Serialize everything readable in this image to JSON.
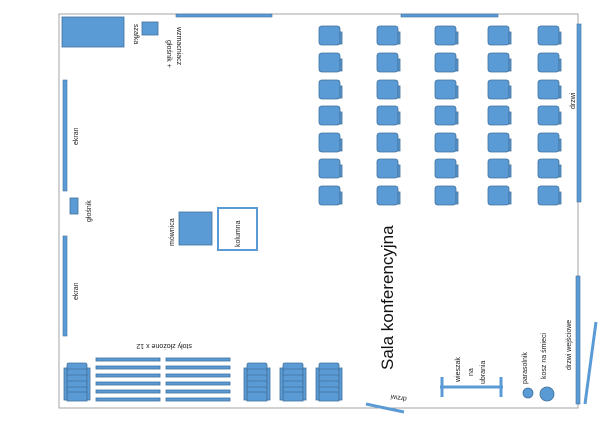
{
  "title": "Sala konferencyjna",
  "labels": {
    "szafka": "szafka",
    "glosnik_wzmacniacz": "głośnik +",
    "glosnik_wzmacniacz_2": "wzmacniacz",
    "ekran_top": "ekran",
    "glosnik": "głośnik",
    "ekran_bottom": "ekran",
    "mownica": "mównica",
    "kolumna": "kolumna",
    "stoly": "stoły złożone x 12",
    "drzwi_right": "drzwi",
    "drzwi_bottom": "drzwi",
    "wieszak_1": "wieszak",
    "wieszak_2": "na",
    "wieszak_3": "ubrania",
    "parasolnik": "parasolnik",
    "kosz": "kosz na śmieci",
    "drzwi_wejsciowe": "drzwi wejściowe"
  },
  "colors": {
    "furniture": "#5b9bd5",
    "outline": "#41719c",
    "wall": "#999999"
  }
}
